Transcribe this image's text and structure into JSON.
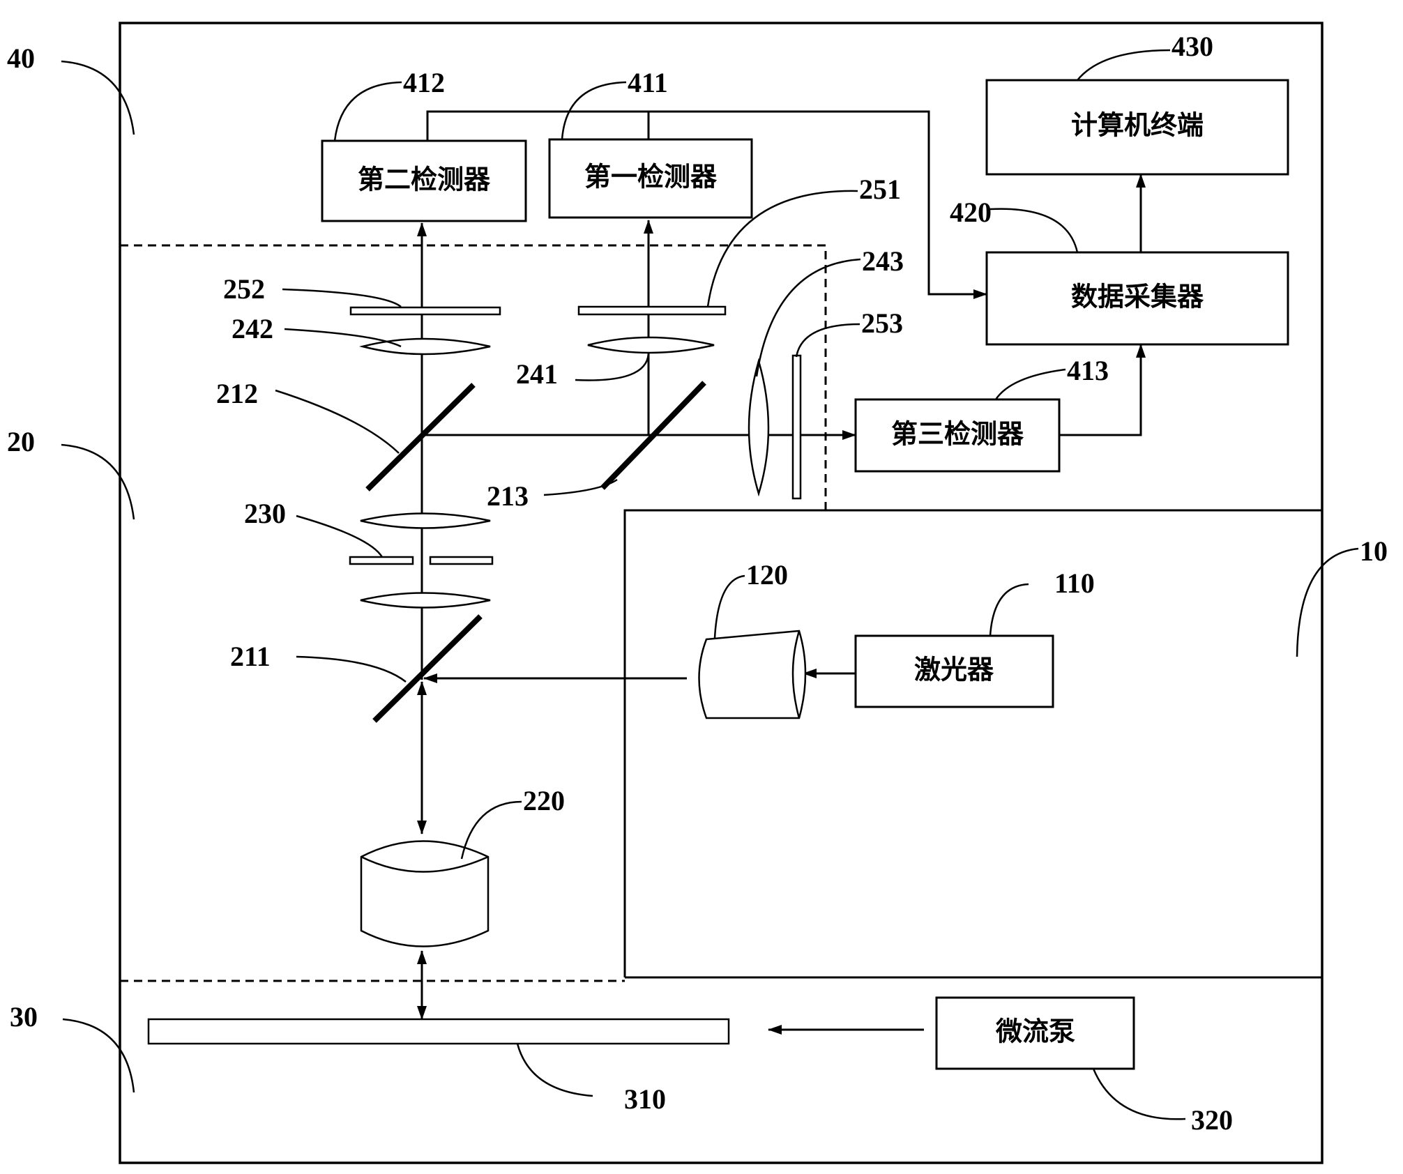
{
  "regions": {
    "r40": "40",
    "r20": "20",
    "r30": "30",
    "r10": "10"
  },
  "boxes": {
    "detector2": "第二检测器",
    "detector1": "第一检测器",
    "computer": "计算机终端",
    "collector": "数据采集器",
    "detector3": "第三检测器",
    "laser": "激光器",
    "pump": "微流泵"
  },
  "refs": {
    "r412": "412",
    "r411": "411",
    "r430": "430",
    "r251": "251",
    "r420": "420",
    "r243": "243",
    "r252": "252",
    "r242": "242",
    "r253": "253",
    "r241": "241",
    "r413": "413",
    "r212": "212",
    "r213": "213",
    "r230": "230",
    "r120": "120",
    "r110": "110",
    "r211": "211",
    "r220": "220",
    "r310": "310",
    "r320": "320"
  }
}
